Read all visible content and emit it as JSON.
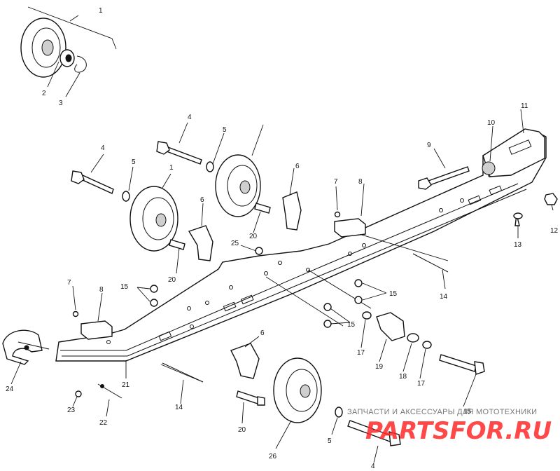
{
  "labels": {
    "l1a": "1",
    "l1b": "1",
    "l2": "2",
    "l3": "3",
    "l4a": "4",
    "l4b": "4",
    "l4c": "4",
    "l5a": "5",
    "l5b": "5",
    "l5c": "5",
    "l6a": "6",
    "l6b": "6",
    "l6c": "6",
    "l7a": "7",
    "l7b": "7",
    "l8a": "8",
    "l8b": "8",
    "l9": "9",
    "l10": "10",
    "l11": "11",
    "l12": "12",
    "l13": "13",
    "l14a": "14",
    "l14b": "14",
    "l15a": "15",
    "l15b": "15",
    "l15c": "15",
    "l15d": "15",
    "l17a": "17",
    "l17b": "17",
    "l18": "18",
    "l19": "19",
    "l20a": "20",
    "l20b": "20",
    "l20c": "20",
    "l21": "21",
    "l22": "22",
    "l23": "23",
    "l24": "24",
    "l25": "25",
    "l26": "26"
  },
  "watermark": {
    "text": "ЗАПЧАСТИ И АКСЕССУАРЫ ДЛЯ МОТОТЕХНИКИ",
    "logo": "PARTSFOR.RU"
  },
  "colors": {
    "line": "#111111",
    "watermark_logo": "#ff2a2a",
    "watermark_text": "#777777"
  }
}
